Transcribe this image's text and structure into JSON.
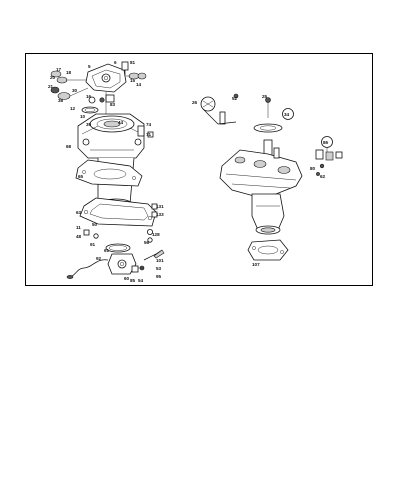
{
  "diagram": {
    "callouts": {
      "c17": "17",
      "c18": "18",
      "c5": "5",
      "c6": "6",
      "c81": "81",
      "c20": "20",
      "c21": "21",
      "c38": "38",
      "c30": "30",
      "c15": "15",
      "c14": "14",
      "c16": "16",
      "c83": "83",
      "c12": "12",
      "c10": "10",
      "c39": "39",
      "c44": "44",
      "c74": "74",
      "c71": "71",
      "c68": "68",
      "c65": "65",
      "c63": "63",
      "c131": "131",
      "c133": "133",
      "c50": "50",
      "c48": "48",
      "c11": "11",
      "c128": "128",
      "c91": "91",
      "c56": "56",
      "c61": "61",
      "c92": "92",
      "c101": "101",
      "c53": "53",
      "c95": "95",
      "c60": "60",
      "c85": "85",
      "c54": "54",
      "c26": "26",
      "c34": "34",
      "c52": "52",
      "c25": "25",
      "c86": "86",
      "c80": "80",
      "c62": "62",
      "c107": "107"
    }
  }
}
